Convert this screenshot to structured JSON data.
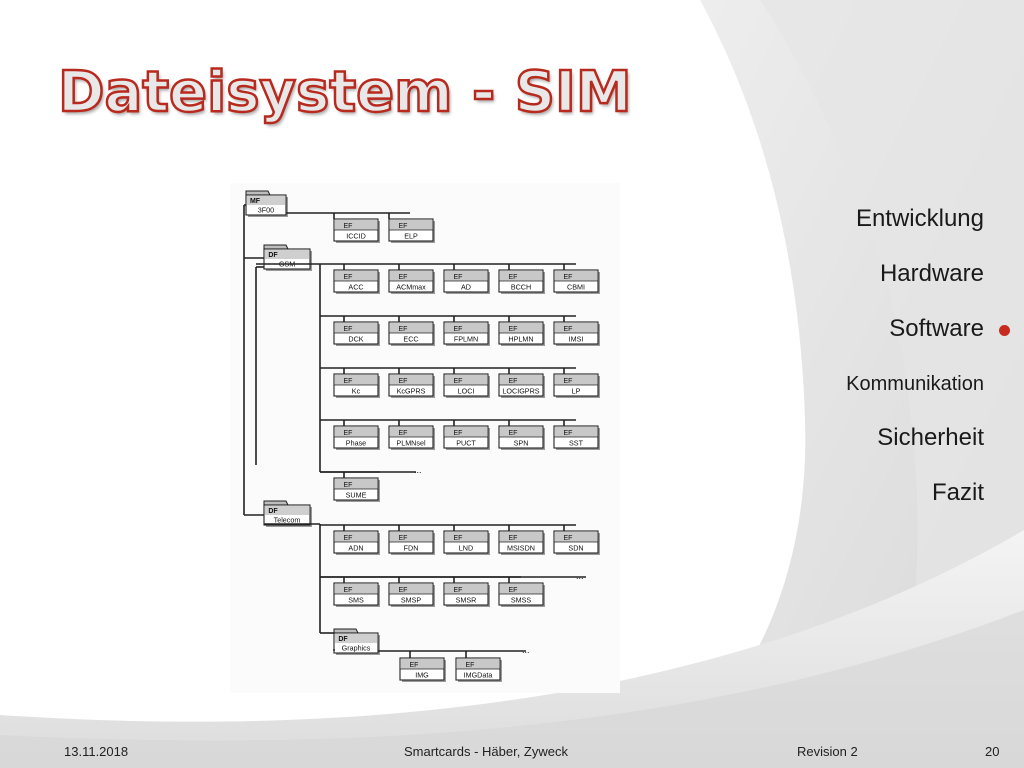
{
  "slide": {
    "title": "Dateisystem - SIM",
    "accent_color": "#c62b1e"
  },
  "nav": {
    "items": [
      {
        "label": "Entwicklung",
        "active": false
      },
      {
        "label": "Hardware",
        "active": false
      },
      {
        "label": "Software",
        "active": true
      },
      {
        "label": "Kommunikation",
        "active": false
      },
      {
        "label": "Sicherheit",
        "active": false
      },
      {
        "label": "Fazit",
        "active": false
      }
    ],
    "active_marker": "bullet-icon"
  },
  "diagram": {
    "root": {
      "type": "MF",
      "sub": "3F00"
    },
    "root_files": [
      "ICCID",
      "ELP"
    ],
    "gsm": {
      "type": "DF",
      "name": "GSM",
      "rows": [
        [
          "ACC",
          "ACMmax",
          "AD",
          "BCCH",
          "CBMI"
        ],
        [
          "DCK",
          "ECC",
          "FPLMN",
          "HPLMN",
          "IMSI"
        ],
        [
          "Kc",
          "KcGPRS",
          "LOCI",
          "LOCIGPRS",
          "LP"
        ],
        [
          "Phase",
          "PLMNsel",
          "PUCT",
          "SPN",
          "SST"
        ],
        [
          "SUME"
        ]
      ]
    },
    "telecom": {
      "type": "DF",
      "name": "Telecom",
      "rows": [
        [
          "ADN",
          "FDN",
          "LND",
          "MSISDN",
          "SDN"
        ],
        [
          "SMS",
          "SMSP",
          "SMSR",
          "SMSS"
        ]
      ],
      "graphics": {
        "type": "DF",
        "name": "Graphics",
        "files": [
          "IMG",
          "IMGData"
        ]
      }
    },
    "ef_label": "EF",
    "ellipsis": "..."
  },
  "footer": {
    "date": "13.11.2018",
    "center": "Smartcards - Häber, Zyweck",
    "revision": "Revision 2",
    "page": "20"
  }
}
